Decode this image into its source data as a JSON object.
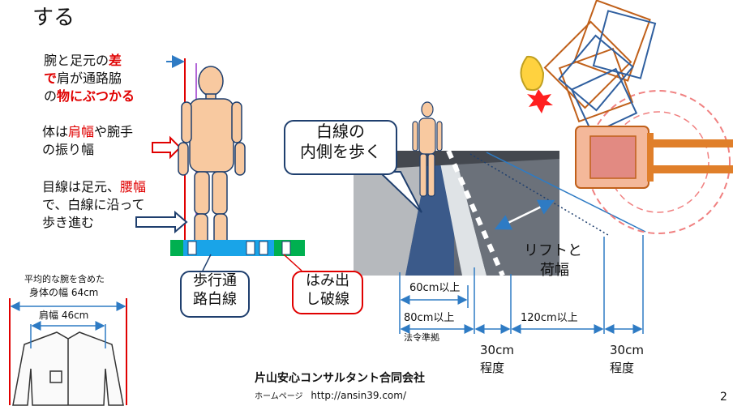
{
  "title_fragment": "する",
  "left_notes": {
    "note1": {
      "line1": "腕と足元の",
      "line1_red": "差",
      "line2_red": "で",
      "line2": "肩が通路脇",
      "line3_pre": "の",
      "line3_red": "物にぶつかる"
    },
    "note2": {
      "line1_pre": "体は",
      "line1_red": "肩幅",
      "line1_post": "や腕手",
      "line2": "の振り幅"
    },
    "note3": {
      "line1": "目線は足元、",
      "line1_red": "腰幅",
      "line2": "で、白線に沿って",
      "line3": "歩き進む"
    }
  },
  "shirt": {
    "label1": "平均的な腕を含めた",
    "label2": "身体の幅 64cm",
    "label3": "肩幅 46cm"
  },
  "callouts": {
    "walkway": {
      "line1": "歩行通",
      "line2": "路白線"
    },
    "dashed": {
      "line1": "はみ出",
      "line2": "し破線"
    },
    "inside": {
      "line1": "白線の",
      "line2": "内側を歩く"
    }
  },
  "lift_label": {
    "line1": "リフトと",
    "line2": "荷幅"
  },
  "dimensions": {
    "d60": "60cm以上",
    "d80": "80cm以上",
    "law": "法令準拠",
    "d120": "120cm以上",
    "gap1_a": "30cm",
    "gap1_b": "程度",
    "gap2_a": "30cm",
    "gap2_b": "程度"
  },
  "company": "片山安心コンサルタント合同会社",
  "homepage_label": "ホームページ",
  "homepage_url": "http://ansin39.com/",
  "page_number": "2",
  "colors": {
    "accent_red": "#e00000",
    "navy": "#1f3f6e",
    "skin": "#f8c9a0",
    "blue_line": "#2e7bc4",
    "fork_orange": "#c0601a"
  }
}
